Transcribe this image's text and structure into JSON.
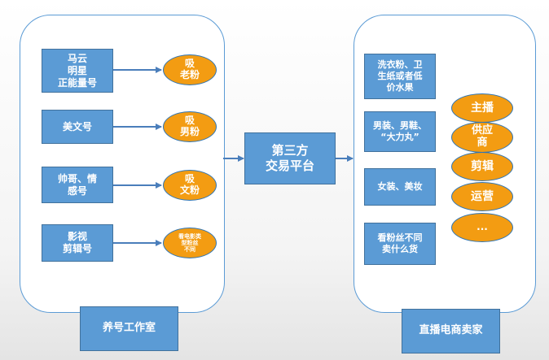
{
  "left_group": {
    "label": "养号工作室",
    "rows": [
      {
        "account": "马云\n明星\n正能量号",
        "result": "吸\n老粉"
      },
      {
        "account": "美文号",
        "result": "吸\n男粉"
      },
      {
        "account": "帅哥、情\n感号",
        "result": "吸\n文粉"
      },
      {
        "account": "影视\n剪辑号",
        "result": "看电影类\n型粉丝\n不同"
      }
    ]
  },
  "platform": {
    "label": "第三方\n交易平台"
  },
  "right_group": {
    "label": "直播电商卖家",
    "products": [
      "洗衣粉、卫\n生纸或者低\n价水果",
      "男装、男鞋、\n“大力丸”",
      "女装、美妆",
      "看粉丝不同\n卖什么货"
    ],
    "roles": [
      "主播",
      "供应\n商",
      "剪辑",
      "运营",
      "..."
    ]
  },
  "colors": {
    "box_fill": "#5b9bd5",
    "box_border": "#41719c",
    "oval_fill": "#f39c12",
    "panel_border": "#5b9bd5",
    "arrow": "#4a7ebb"
  }
}
